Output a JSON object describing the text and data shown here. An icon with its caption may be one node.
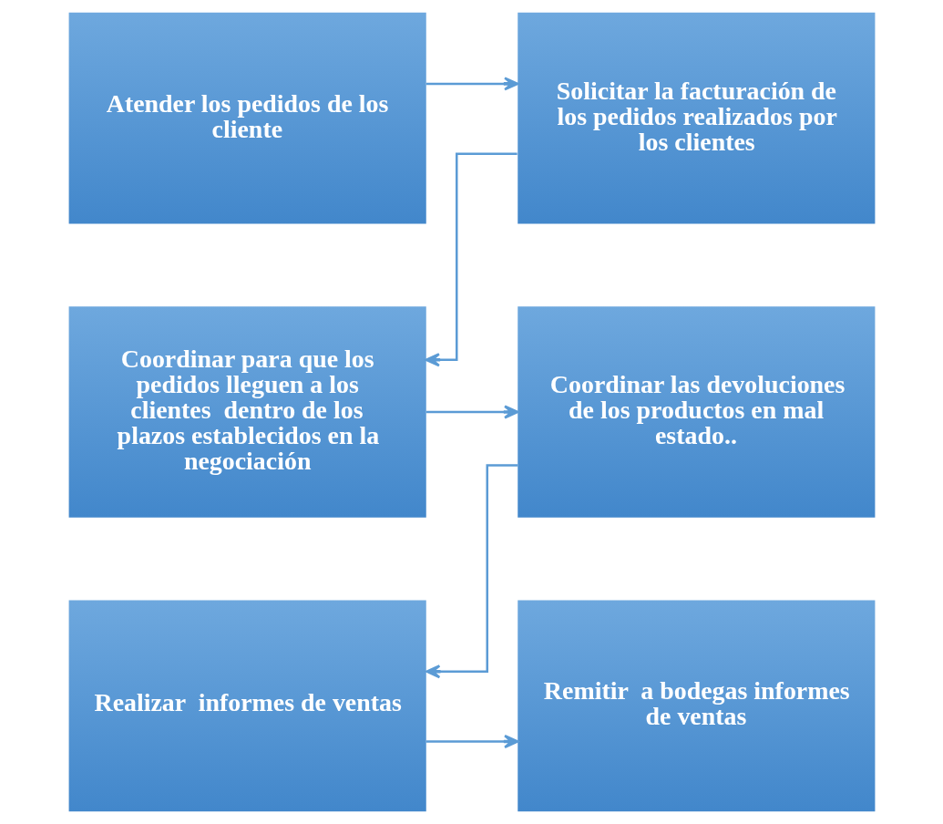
{
  "diagram": {
    "nodes": [
      {
        "text": [
          "Atender los pedidos de los cliente"
        ]
      },
      {
        "text": [
          "Solicitar la facturación de los pedidos realizados por los clientes"
        ]
      },
      {
        "text": [
          "Coordinar para que los pedidos lleguen a los clientes  dentro de los plazos establecidos en la negociación"
        ]
      },
      {
        "text": [
          "Coordinar las devoluciones de los productos en mal estado.."
        ]
      },
      {
        "text": [
          "Realizar  informes de ventas"
        ]
      },
      {
        "text": [
          "Remitir  a bodegas informes de ventas"
        ]
      }
    ],
    "edges": [
      {
        "from": 0,
        "to": 1,
        "arrow": "to"
      },
      {
        "from": 1,
        "to": 2,
        "arrow": "to"
      },
      {
        "from": 2,
        "to": 3,
        "arrow": "to"
      },
      {
        "from": 3,
        "to": 4,
        "arrow": "to"
      },
      {
        "from": 4,
        "to": 5,
        "arrow": "to"
      }
    ]
  }
}
